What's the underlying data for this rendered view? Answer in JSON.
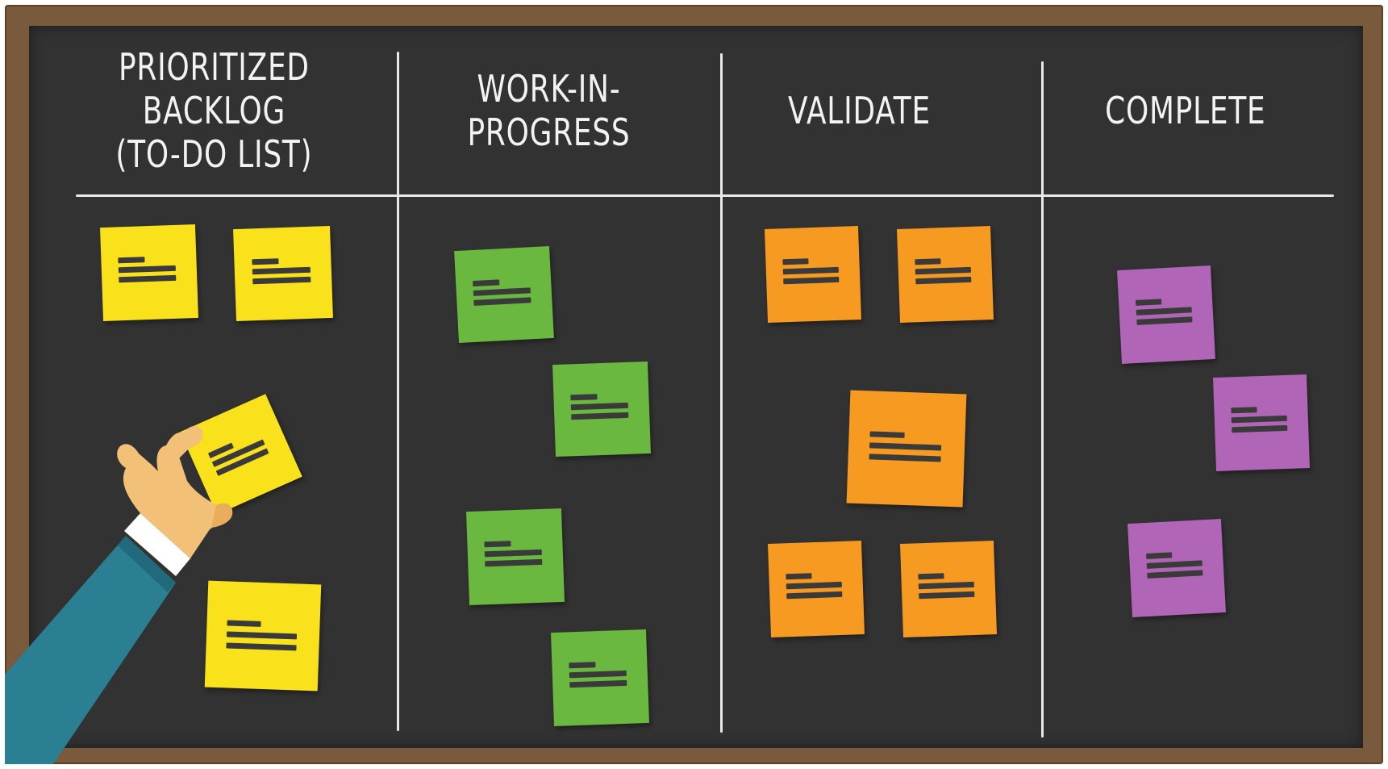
{
  "board": {
    "columns": [
      {
        "id": "backlog",
        "title_lines": [
          "PRIORITIZED",
          "BACKLOG",
          "(TO-DO LIST)"
        ],
        "note_color": "#f9e21c",
        "note_count": 4
      },
      {
        "id": "wip",
        "title_lines": [
          "WORK-IN-",
          "PROGRESS"
        ],
        "note_color": "#6ab83f",
        "note_count": 4
      },
      {
        "id": "validate",
        "title_lines": [
          "VALIDATE"
        ],
        "note_color": "#f79a22",
        "note_count": 5
      },
      {
        "id": "complete",
        "title_lines": [
          "COMPLETE"
        ],
        "note_color": "#b065b6",
        "note_count": 3
      }
    ]
  },
  "colors": {
    "frame": "#7a5a3c",
    "chalkboard": "#323232",
    "chalk": "#e9e9e9",
    "sleeve": "#2a7f93",
    "skin": "#f2c077"
  },
  "icons": [
    "hand-holding-note-icon"
  ]
}
